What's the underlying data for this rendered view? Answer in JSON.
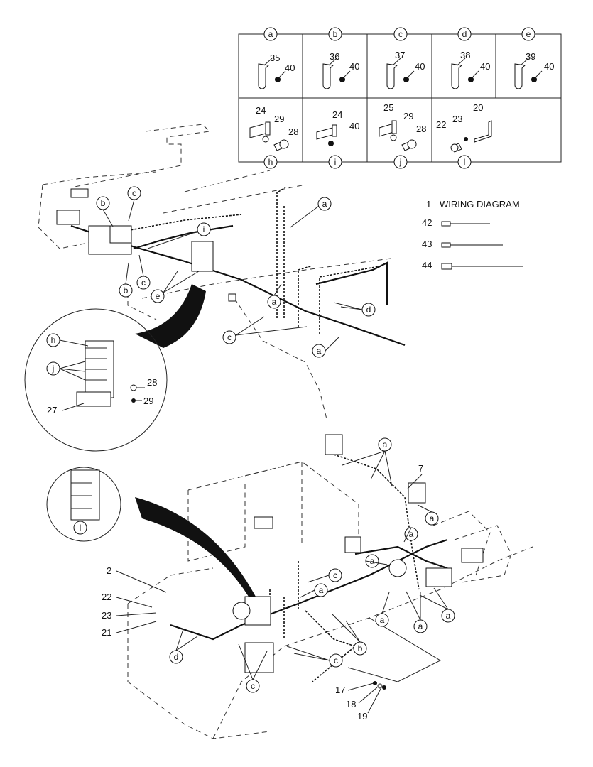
{
  "grid": {
    "columns": [
      "a",
      "b",
      "c",
      "d",
      "e"
    ],
    "row1": [
      {
        "bubble": "a",
        "parts": [
          "35",
          "40"
        ]
      },
      {
        "bubble": "b",
        "parts": [
          "36",
          "40"
        ]
      },
      {
        "bubble": "c",
        "parts": [
          "37",
          "40"
        ]
      },
      {
        "bubble": "d",
        "parts": [
          "38",
          "40"
        ]
      },
      {
        "bubble": "e",
        "parts": [
          "39",
          "40"
        ]
      }
    ],
    "row2": [
      {
        "bubble": "h",
        "parts": [
          "24",
          "29",
          "28"
        ]
      },
      {
        "bubble": "i",
        "parts": [
          "24",
          "40"
        ]
      },
      {
        "bubble": "j",
        "parts": [
          "25",
          "29",
          "28"
        ]
      },
      {
        "bubble": "l",
        "parts": [
          "23",
          "20",
          "22"
        ]
      }
    ]
  },
  "legend": {
    "wiring_diagram": {
      "num": "1",
      "text": "WIRING DIAGRAM"
    },
    "ties": [
      {
        "num": "42"
      },
      {
        "num": "43"
      },
      {
        "num": "44"
      }
    ]
  },
  "upper": {
    "callouts": [
      "c",
      "b",
      "i",
      "b",
      "c",
      "e",
      "a",
      "a",
      "d",
      "c",
      "a"
    ],
    "detail": {
      "bubbles": [
        "h",
        "j"
      ],
      "parts": [
        "28",
        "27",
        "29"
      ]
    }
  },
  "lower": {
    "detail_bubble": "l",
    "parts": [
      "7",
      "2",
      "22",
      "23",
      "21",
      "17",
      "18",
      "19"
    ],
    "callouts": [
      "a",
      "a",
      "a",
      "c",
      "a",
      "a",
      "a",
      "a",
      "b",
      "c",
      "d",
      "c",
      "a"
    ]
  }
}
